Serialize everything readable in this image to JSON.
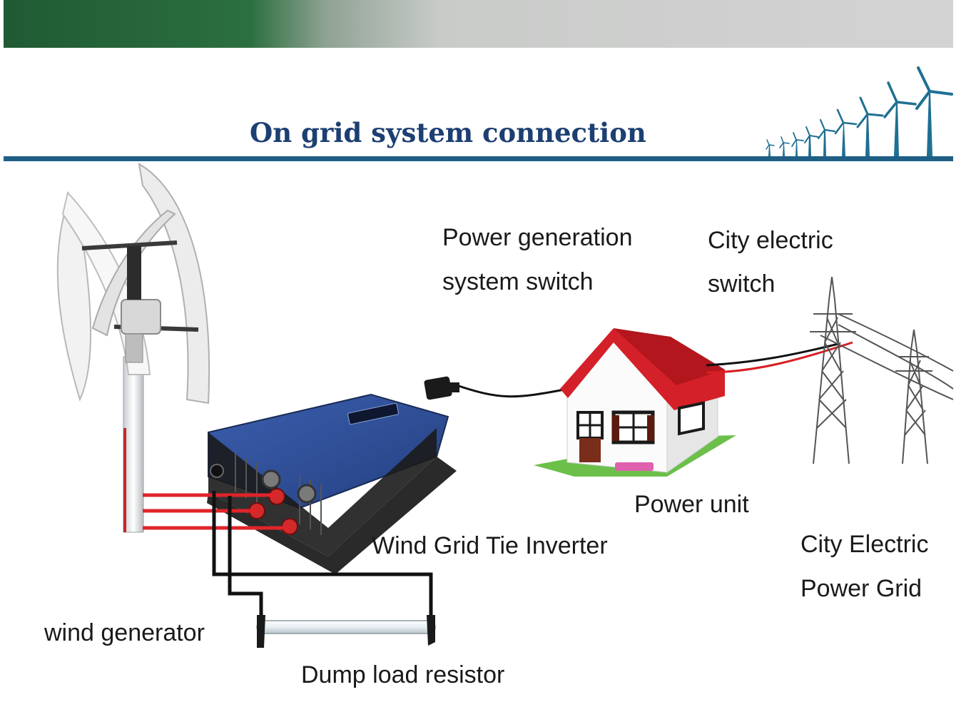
{
  "title": "On grid system connection",
  "colors": {
    "title": "#1d3f72",
    "rule": "#1f5f86",
    "turbines": "#1f6f93",
    "roof": "#d42028",
    "inverter": "#2f4f9a",
    "red_wire": "#e0242a",
    "black_wire": "#111111",
    "lawn": "#6cc04a"
  },
  "labels": {
    "power_generation_switch_line1": "Power generation",
    "power_generation_switch_line2": "system switch",
    "city_electric_switch_line1": "City electric",
    "city_electric_switch_line2": "switch",
    "power_unit": "Power unit",
    "inverter": "Wind Grid Tie Inverter",
    "city_grid_line1": "City Electric",
    "city_grid_line2": "Power Grid",
    "wind_generator": "wind generator",
    "dump_load": "Dump load resistor"
  }
}
